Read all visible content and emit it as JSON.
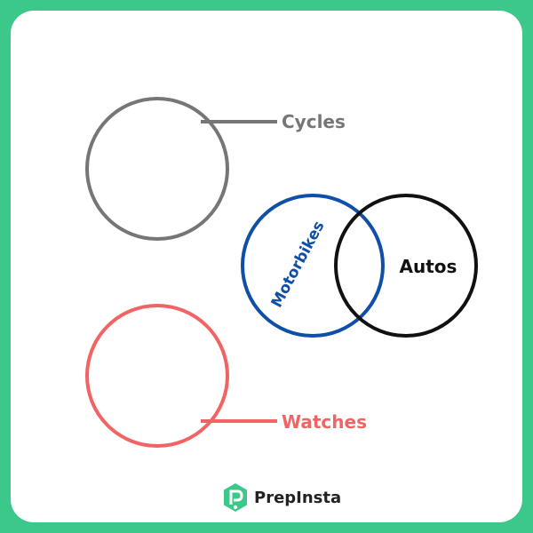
{
  "diagram": {
    "labels": {
      "cycles": "Cycles",
      "motorbikes": "Motorbikes",
      "autos": "Autos",
      "watches": "Watches"
    },
    "colors": {
      "cycles": "#767676",
      "motorbikes": "#0f4fa8",
      "autos": "#111111",
      "watches": "#f26464"
    }
  },
  "branding": {
    "logo_text": "PrepInsta",
    "logo_color": "#3cc88a"
  }
}
